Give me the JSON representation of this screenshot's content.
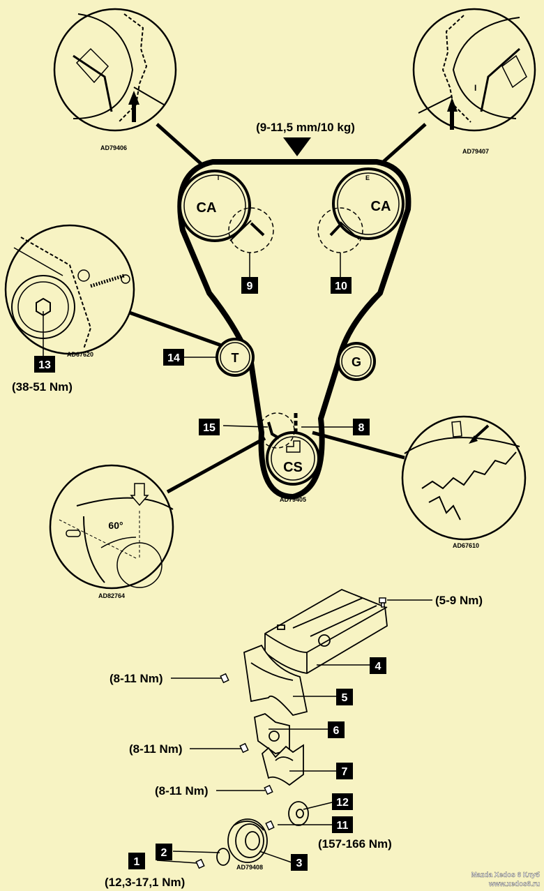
{
  "belt_tension": "(9-11,5 mm/10 kg)",
  "pulleys": {
    "camshaft_intake": "CA",
    "camshaft_exhaust": "CA",
    "tensioner": "T",
    "idler": "G",
    "crankshaft": "CS",
    "mark_I": "I",
    "mark_E": "E"
  },
  "detail_codes": {
    "top_left": "AD79406",
    "top_right": "AD79407",
    "tensioner": "AD67620",
    "crank_main": "AD79405",
    "crank_right": "AD67610",
    "crank_left": "AD82764",
    "pulley": "AD79408"
  },
  "angle_label": "60°",
  "callouts": [
    "1",
    "2",
    "3",
    "4",
    "5",
    "6",
    "7",
    "8",
    "9",
    "10",
    "11",
    "12",
    "13",
    "14",
    "15"
  ],
  "torques": {
    "t13": "(38-51 Nm)",
    "cover_bolt": "(5-9 Nm)",
    "bolt_5": "(8-11 Nm)",
    "bolt_6": "(8-11 Nm)",
    "bolt_7": "(8-11 Nm)",
    "bolt_11": "(157-166 Nm)",
    "bolt_1": "(12,3-17,1 Nm)"
  },
  "watermark": {
    "line1": "Mazda Xedos 6 Клуб",
    "line2": "www.xedos6.ru"
  }
}
